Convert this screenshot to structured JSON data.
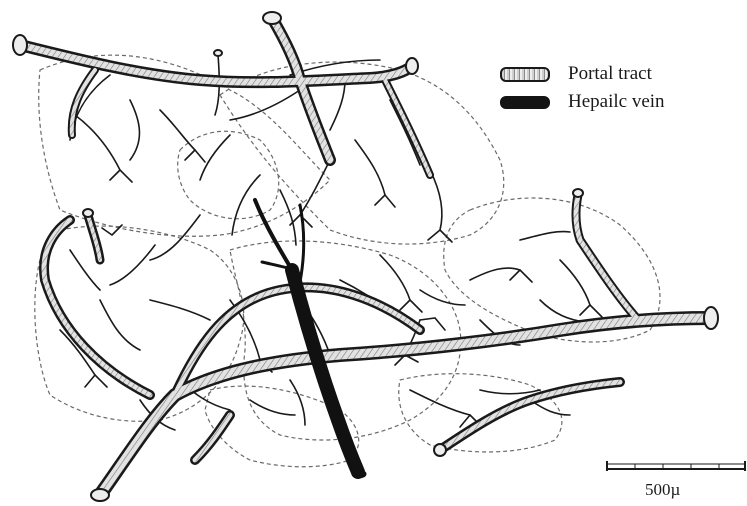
{
  "legend": {
    "portal_tract": "Portal tract",
    "hepatic_vein": "Hepailc vein"
  },
  "scale_bar": {
    "label": "500µ"
  },
  "colors": {
    "vessel_outline": "#1a1a1a",
    "vessel_fill": "#d6d6d6",
    "hepatic_vein": "#111111",
    "lobule_boundary": "#6a6a6a"
  }
}
